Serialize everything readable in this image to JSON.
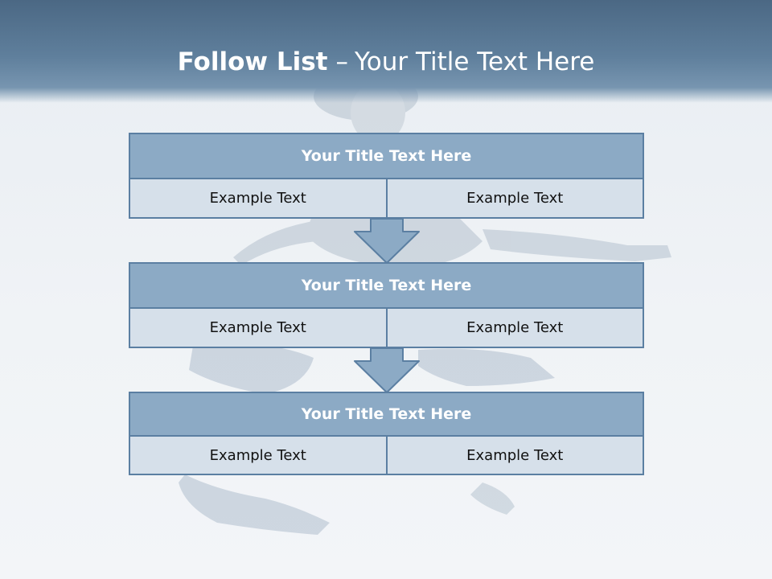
{
  "slide": {
    "title_bold": "Follow List",
    "title_dash": "–",
    "title_rest": "Your Title Text Here"
  },
  "blocks": [
    {
      "title": "Your Title Text Here",
      "left": "Example Text",
      "right": "Example Text"
    },
    {
      "title": "Your Title Text Here",
      "left": "Example Text",
      "right": "Example Text"
    },
    {
      "title": "Your Title Text Here",
      "left": "Example Text",
      "right": "Example Text"
    }
  ],
  "colors": {
    "header": "#5f7f9c",
    "block_title": "#8caac5",
    "block_cell": "#d6e0ea",
    "border": "#5b7fa2"
  },
  "icons": [
    "down-arrow-icon",
    "down-arrow-icon"
  ]
}
